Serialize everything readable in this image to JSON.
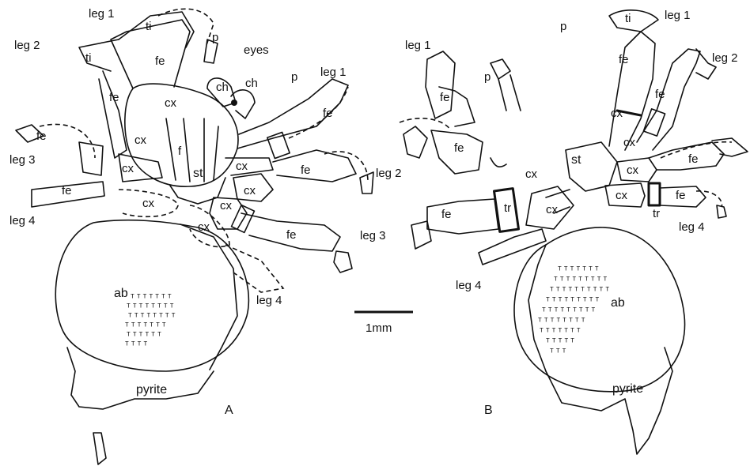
{
  "panel_a": {
    "letter": "A",
    "labels": {
      "leg1_top": "leg 1",
      "leg2": "leg 2",
      "ti": "ti",
      "ti2": "ti",
      "fe1": "fe",
      "fe2": "fe",
      "p1": "p",
      "eyes": "eyes",
      "ch1": "ch",
      "ch2": "ch",
      "p2": "p",
      "leg1_right": "leg 1",
      "cx1": "cx",
      "cx2": "cx",
      "cx3": "cx",
      "cx4": "cx",
      "cx5": "cx",
      "cx6": "cx",
      "cx7": "cx",
      "cx8": "cx",
      "fe3": "fe",
      "leg3_left": "leg 3",
      "f": "f",
      "st": "st",
      "fe4": "fe",
      "leg2_right": "leg 2",
      "fe5": "fe",
      "leg4_left": "leg 4",
      "fe6": "fe",
      "leg3_right": "leg 3",
      "ab": "ab",
      "leg4_bottom": "leg 4",
      "pyrite": "pyrite"
    }
  },
  "panel_b": {
    "letter": "B",
    "labels": {
      "p1": "p",
      "ti": "ti",
      "leg1_top": "leg 1",
      "leg1_left": "leg 1",
      "p2": "p",
      "fe1": "fe",
      "leg2": "leg 2",
      "fe2": "fe",
      "fe3": "fe",
      "cx1": "cx",
      "cx2": "cx",
      "fe4": "fe",
      "st": "st",
      "cx3": "cx",
      "cx4": "cx",
      "fe5": "fe",
      "fe6": "fe",
      "tr1": "tr",
      "cx5": "cx",
      "tr2": "tr",
      "leg4_right": "leg 4",
      "leg4_left": "leg 4",
      "ab": "ab",
      "pyrite": "pyrite"
    }
  },
  "scale_bar": {
    "label": "1mm"
  }
}
